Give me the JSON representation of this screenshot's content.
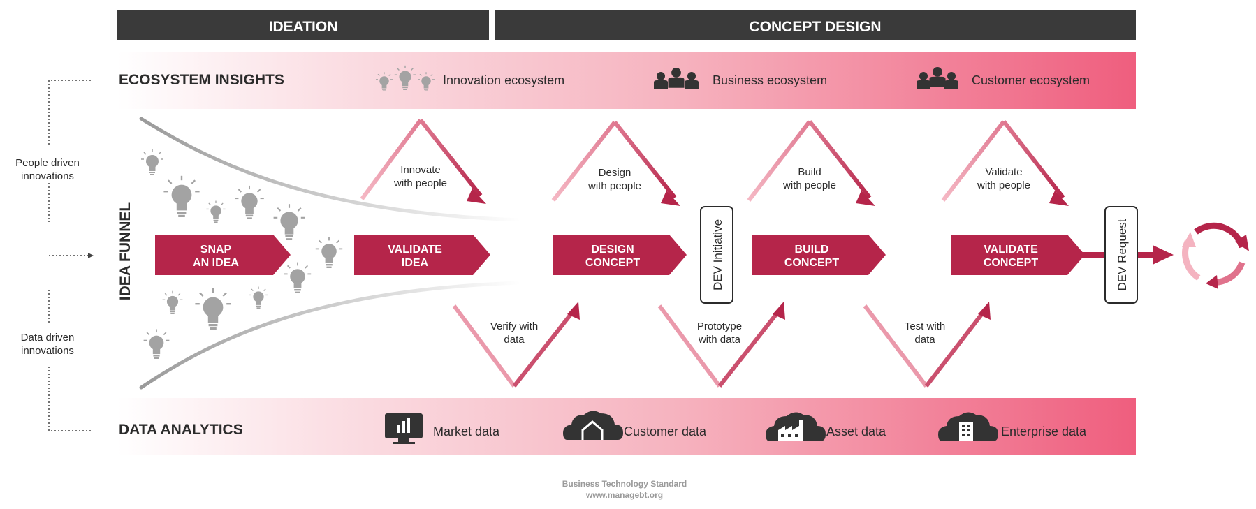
{
  "colors": {
    "dark_bar": "#3a3a3a",
    "crimson": "#b5254a",
    "pink_light": "#f1a7b4",
    "band_right": "#ef5e7e",
    "bulb_grey": "#a3a3a3",
    "icon_dark": "#333333",
    "text_dark": "#2b2b2b",
    "credit_grey": "#9a9a9a"
  },
  "headers": {
    "ideation": "IDEATION",
    "concept_design": "CONCEPT DESIGN"
  },
  "ecosystem": {
    "title": "ECOSYSTEM INSIGHTS",
    "items": [
      {
        "label": "Innovation ecosystem",
        "icon": "lightbulbs-icon"
      },
      {
        "label": "Business ecosystem",
        "icon": "business-people-icon"
      },
      {
        "label": "Customer ecosystem",
        "icon": "customer-people-icon"
      }
    ]
  },
  "analytics": {
    "title": "DATA ANALYTICS",
    "items": [
      {
        "label": "Market data",
        "icon": "monitor-chart-icon"
      },
      {
        "label": "Customer data",
        "icon": "cloud-home-icon"
      },
      {
        "label": "Asset data",
        "icon": "cloud-factory-icon"
      },
      {
        "label": "Enterprise data",
        "icon": "cloud-building-icon"
      }
    ]
  },
  "left_labels": {
    "people": [
      "People driven",
      "innovations"
    ],
    "data": [
      "Data driven",
      "innovations"
    ],
    "funnel": "IDEA FUNNEL"
  },
  "steps": [
    {
      "lines": [
        "SNAP",
        "AN IDEA"
      ]
    },
    {
      "lines": [
        "VALIDATE",
        "IDEA"
      ]
    },
    {
      "lines": [
        "DESIGN",
        "CONCEPT"
      ]
    },
    {
      "lines": [
        "BUILD",
        "CONCEPT"
      ]
    },
    {
      "lines": [
        "VALIDATE",
        "CONCEPT"
      ]
    }
  ],
  "people_loops": [
    {
      "lines": [
        "Innovate",
        "with people"
      ]
    },
    {
      "lines": [
        "Design",
        "with people"
      ]
    },
    {
      "lines": [
        "Build",
        "with people"
      ]
    },
    {
      "lines": [
        "Validate",
        "with people"
      ]
    }
  ],
  "data_loops": [
    {
      "lines": [
        "Verify with",
        "data"
      ]
    },
    {
      "lines": [
        "Prototype",
        "with data"
      ]
    },
    {
      "lines": [
        "Test with",
        "data"
      ]
    }
  ],
  "gates": {
    "initiative": "DEV Initiative",
    "request": "DEV Request"
  },
  "footer": {
    "line1": "Business Technology Standard",
    "line2": "www.managebt.org"
  }
}
